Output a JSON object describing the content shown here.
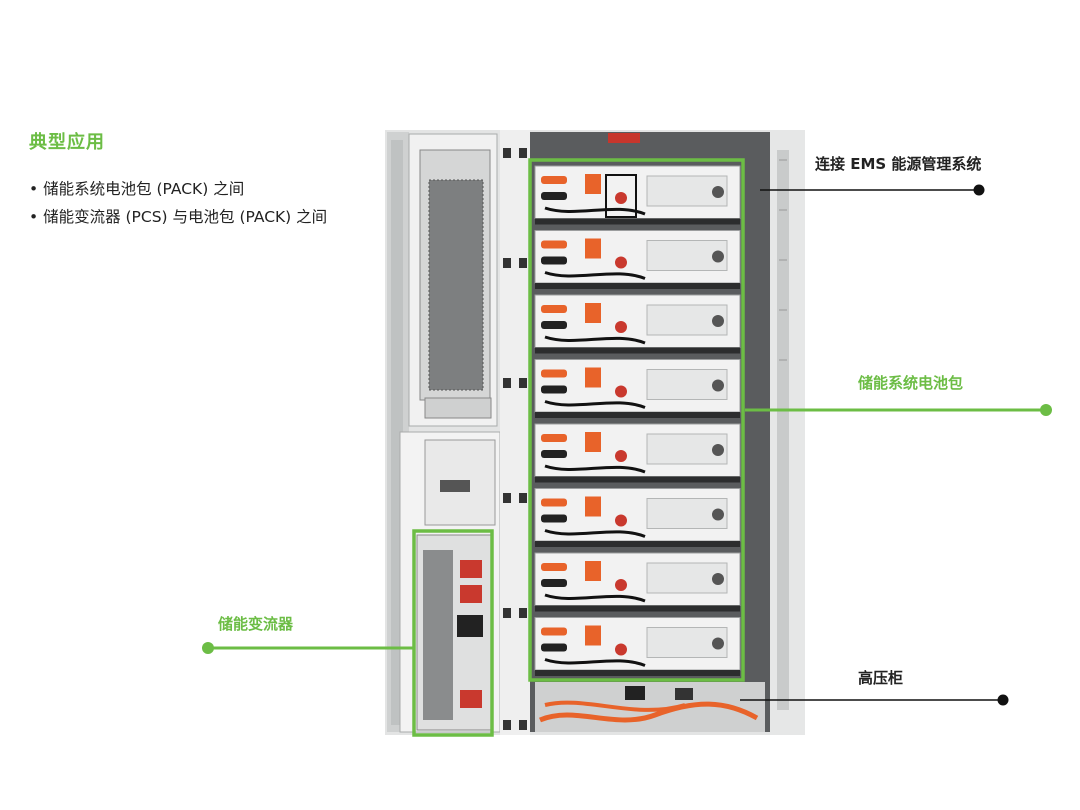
{
  "section": {
    "title": "典型应用",
    "bullets": [
      "储能系统电池包 (PACK) 之间",
      "储能变流器 (PCS) 与电池包 (PACK) 之间"
    ]
  },
  "callouts": {
    "ems": "连接 EMS 能源管理系统",
    "battery_pack": "储能系统电池包",
    "pcs": "储能变流器",
    "hv_cabinet": "高压柜"
  },
  "colors": {
    "accent_green": "#6cbd45",
    "dark_marker": "#111111",
    "cable_orange": "#e8632a",
    "cabinet_gray": "#e9eaea"
  },
  "battery_module_count": 8
}
